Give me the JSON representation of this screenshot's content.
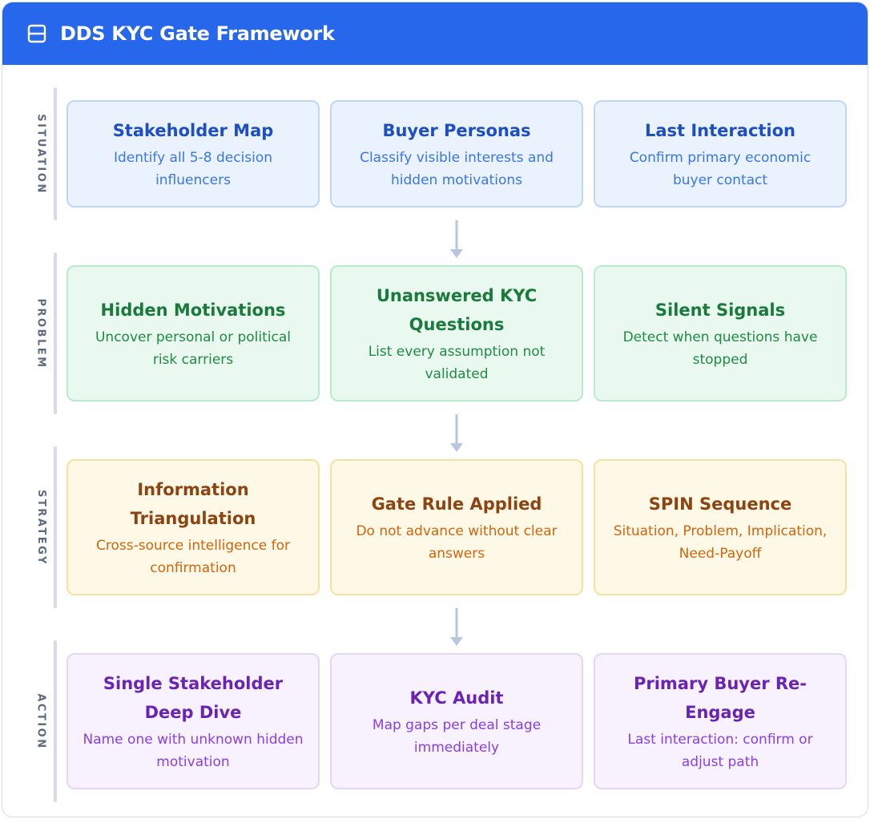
{
  "header": {
    "title": "DDS KYC Gate Framework",
    "icon": "panel-icon"
  },
  "colors": {
    "header": "#2767eb",
    "situation": "#1d4fc3",
    "problem": "#1a7a3c",
    "strategy": "#8d4413",
    "action": "#6a24b4"
  },
  "rows": [
    {
      "label": "SITUATION",
      "cards": [
        {
          "title": "Stakeholder Map",
          "desc": "Identify all 5-8 decision influencers"
        },
        {
          "title": "Buyer Personas",
          "desc": "Classify visible interests and hidden motivations"
        },
        {
          "title": "Last Interaction",
          "desc": "Confirm primary economic buyer contact"
        }
      ]
    },
    {
      "label": "PROBLEM",
      "cards": [
        {
          "title": "Hidden Motivations",
          "desc": "Uncover personal or political risk carriers"
        },
        {
          "title": "Unanswered KYC Questions",
          "desc": "List every assumption not validated"
        },
        {
          "title": "Silent Signals",
          "desc": "Detect when questions have stopped"
        }
      ]
    },
    {
      "label": "STRATEGY",
      "cards": [
        {
          "title": "Information Triangulation",
          "desc": "Cross-source intelligence for confirmation"
        },
        {
          "title": "Gate Rule Applied",
          "desc": "Do not advance without clear answers"
        },
        {
          "title": "SPIN Sequence",
          "desc": "Situation, Problem, Implication, Need-Payoff"
        }
      ]
    },
    {
      "label": "ACTION",
      "cards": [
        {
          "title": "Single Stakeholder Deep Dive",
          "desc": "Name one with unknown hidden motivation"
        },
        {
          "title": "KYC Audit",
          "desc": "Map gaps per deal stage immediately"
        },
        {
          "title": "Primary Buyer Re-Engage",
          "desc": "Last interaction: confirm or adjust path"
        }
      ]
    }
  ]
}
